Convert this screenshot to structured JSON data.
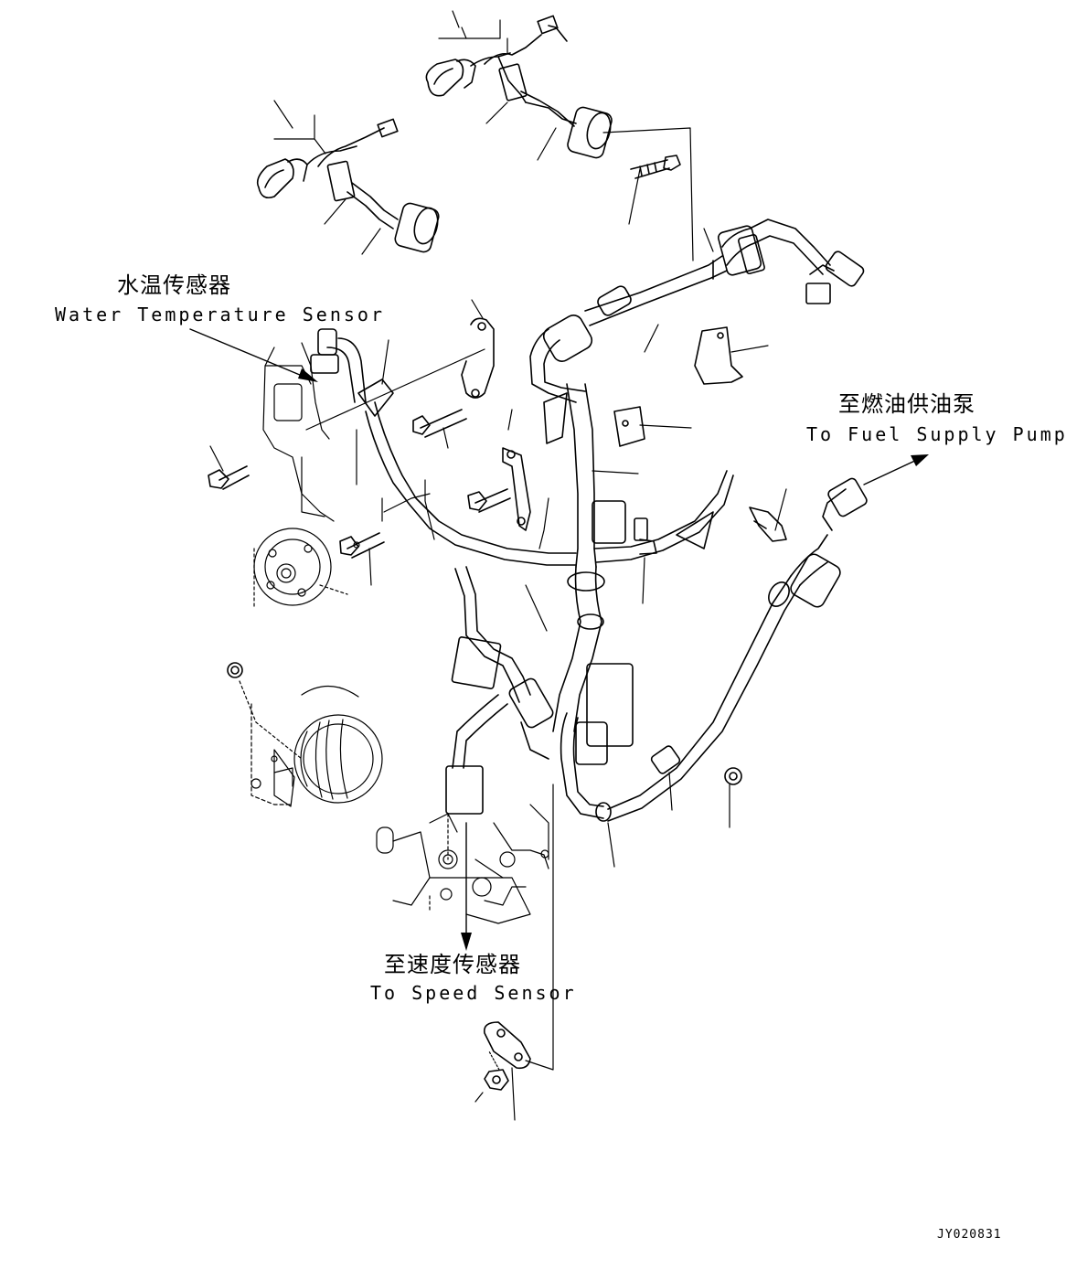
{
  "labels": {
    "water_temp_cn": "水温传感器",
    "water_temp_en": "Water Temperature Sensor",
    "fuel_pump_cn": "至燃油供油泵",
    "fuel_pump_en": "To Fuel Supply Pump",
    "speed_sensor_cn": "至速度传感器",
    "speed_sensor_en": "To Speed Sensor",
    "drawing_code": "JY020831"
  },
  "colors": {
    "line": "#000000",
    "hidden_line": "#888888",
    "background": "#ffffff"
  }
}
